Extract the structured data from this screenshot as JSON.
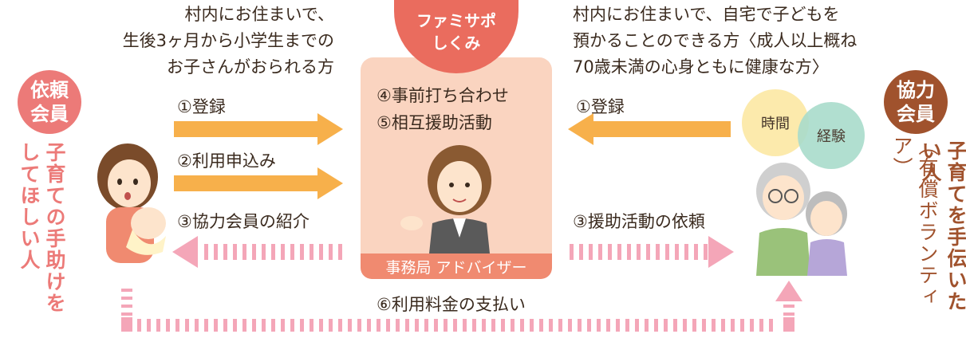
{
  "left_badge": {
    "line1": "依頼",
    "line2": "会員",
    "color": "#ec7a78"
  },
  "left_vertical": "子育ての手助けをしてほしい人",
  "left_desc": [
    "村内にお住まいで、",
    "生後3ヶ月から小学生までの",
    "お子さんがおられる方"
  ],
  "left_steps": {
    "register": "①登録",
    "apply": "②利用申込み",
    "introduce": "③協力会員の紹介"
  },
  "logo": {
    "line1": "ファミサポ",
    "line2": "しくみ",
    "color": "#ea6c5e"
  },
  "center_steps": [
    "④事前打ち合わせ",
    "⑤相互援助活動"
  ],
  "center_label": "事務局 アドバイザー",
  "right_desc": [
    "村内にお住まいで、自宅で子どもを",
    "預かることのできる方〈成人以上概ね",
    "70歳未満の心身ともに健康な方〉"
  ],
  "right_steps": {
    "register": "①登録",
    "request": "③援助活動の依頼"
  },
  "bubbles": {
    "time": "時間",
    "experience": "経験"
  },
  "right_badge": {
    "line1": "協力",
    "line2": "会員",
    "color": "#a0522d"
  },
  "right_vertical": "子育てを手伝いたい人",
  "right_vertical_note": "（有償ボランティア）",
  "payment": "⑥利用料金の支払い",
  "colors": {
    "orange_arrow": "#f7b04b",
    "pink_arrow": "#f4a6b8",
    "center_box": "#fad4c0",
    "center_label": "#f08a70",
    "pink_text": "#ec7a78",
    "brown_text": "#a0522d"
  }
}
